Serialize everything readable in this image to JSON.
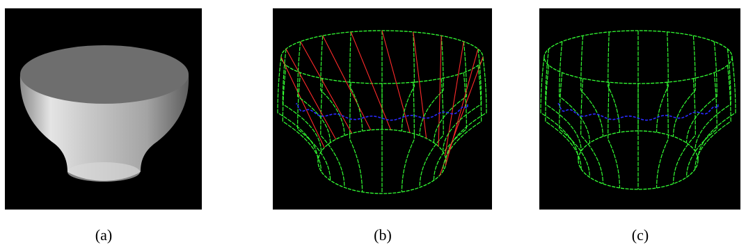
{
  "panels": [
    {
      "id": "a",
      "caption": "(a)",
      "content": "shaded-vase"
    },
    {
      "id": "b",
      "caption": "(b)",
      "content": "wireframe-with-correspondence-lines"
    },
    {
      "id": "c",
      "caption": "(c)",
      "content": "wireframe"
    }
  ],
  "colors": {
    "background": "#000000",
    "wireframe": "#33ff33",
    "correspondence_lines": "#ff2a2a",
    "boundary_curve": "#2a2aff",
    "shading_light": "#e8e8e8",
    "shading_dark": "#6a6a6a",
    "top_face": "#6e6e6e"
  }
}
